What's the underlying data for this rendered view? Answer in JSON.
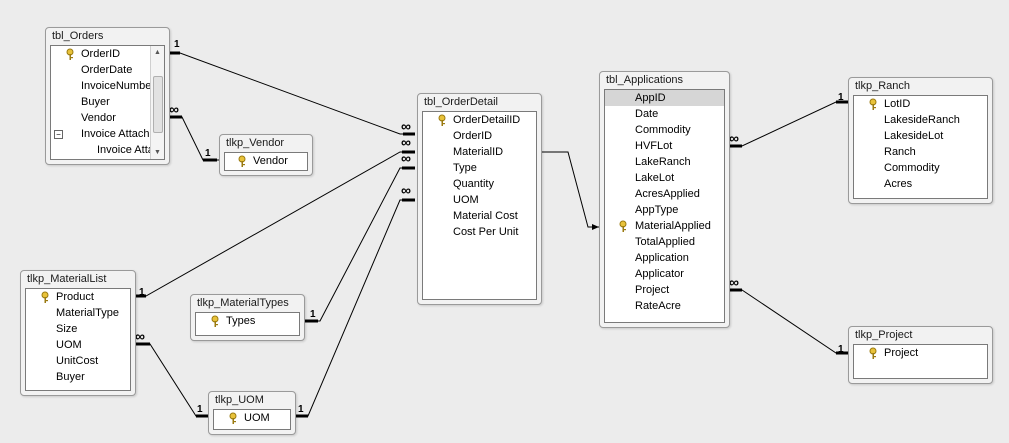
{
  "tables": {
    "orders": {
      "title": "tbl_Orders",
      "fields": [
        "OrderID",
        "OrderDate",
        "InvoiceNumber",
        "Buyer",
        "Vendor",
        "Invoice Attachments",
        "Invoice Attachments"
      ]
    },
    "vendor": {
      "title": "tlkp_Vendor",
      "fields": [
        "Vendor"
      ]
    },
    "orderdetail": {
      "title": "tbl_OrderDetail",
      "fields": [
        "OrderDetailID",
        "OrderID",
        "MaterialID",
        "Type",
        "Quantity",
        "UOM",
        "Material Cost",
        "Cost Per Unit"
      ]
    },
    "applications": {
      "title": "tbl_Applications",
      "fields": [
        "AppID",
        "Date",
        "Commodity",
        "HVFLot",
        "LakeRanch",
        "LakeLot",
        "AcresApplied",
        "AppType",
        "MaterialApplied",
        "TotalApplied",
        "Application",
        "Applicator",
        "Project",
        "RateAcre"
      ]
    },
    "ranch": {
      "title": "tlkp_Ranch",
      "fields": [
        "LotID",
        "LakesideRanch",
        "LakesideLot",
        "Ranch",
        "Commodity",
        "Acres"
      ]
    },
    "project": {
      "title": "tlkp_Project",
      "fields": [
        "Project"
      ]
    },
    "materiallist": {
      "title": "tlkp_MaterialList",
      "fields": [
        "Product",
        "MaterialType",
        "Size",
        "UOM",
        "UnitCost",
        "Buyer"
      ]
    },
    "materialtypes": {
      "title": "tlkp_MaterialTypes",
      "fields": [
        "Types"
      ]
    },
    "uom": {
      "title": "tlkp_UOM",
      "fields": [
        "UOM"
      ]
    }
  },
  "cardinality": {
    "one": "1",
    "many": "∞"
  },
  "icons": {
    "key": "key-icon",
    "expand": "minus-box-icon",
    "scroll_up": "scroll-up-arrow-icon",
    "scroll_down": "scroll-down-arrow-icon"
  }
}
